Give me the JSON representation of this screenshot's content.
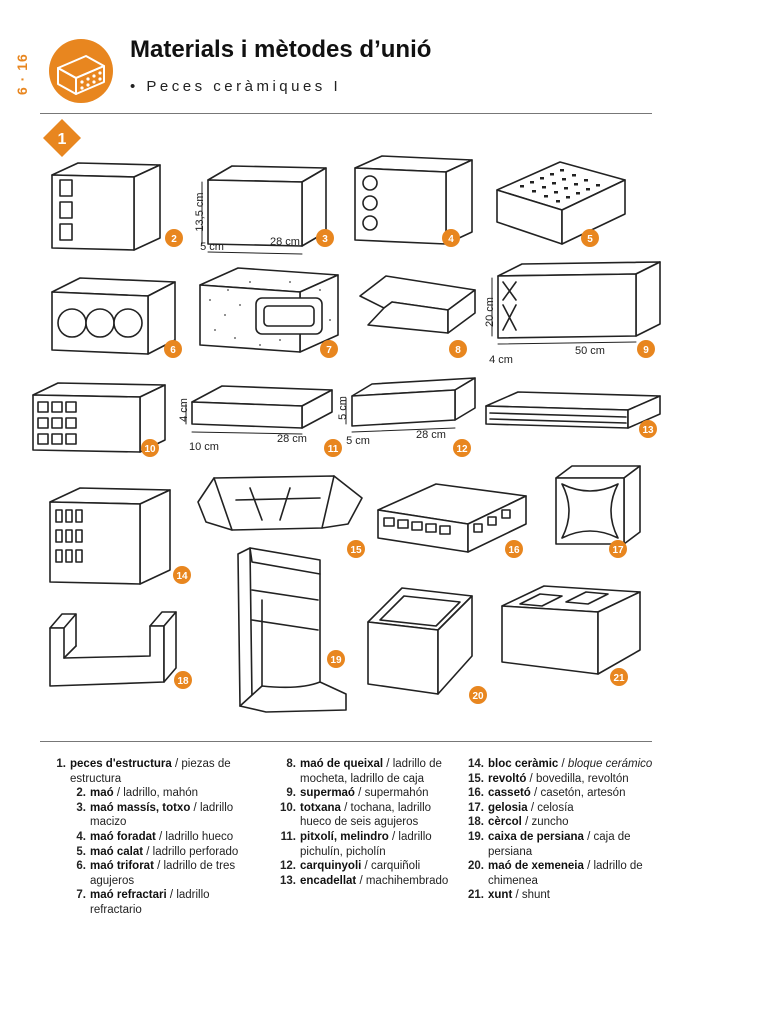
{
  "header": {
    "page_number": "6 · 16",
    "title": "Materials i mètodes d’unió",
    "subtitle": "• Peces ceràmiques I",
    "section_number": "1",
    "accent_color": "#e8861f",
    "logo_icon": "perforated-brick-icon"
  },
  "dimensions": {
    "d3_height": "13,5 cm",
    "d3_width": "5 cm",
    "d3_length": "28 cm",
    "d9_height": "20 cm",
    "d9_width": "4 cm",
    "d9_length": "50 cm",
    "d11_height": "4 cm",
    "d11_width": "10 cm",
    "d11_length": "28 cm",
    "d12_height": "5 cm",
    "d12_width": "5 cm",
    "d12_length": "28 cm"
  },
  "figure_labels": [
    "2",
    "3",
    "4",
    "5",
    "6",
    "7",
    "8",
    "9",
    "10",
    "11",
    "12",
    "13",
    "14",
    "15",
    "16",
    "17",
    "18",
    "19",
    "20",
    "21"
  ],
  "legend": {
    "col1": [
      {
        "num": "1.",
        "term": "peces d'estructura",
        "sep": " / ",
        "trans": "piezas de estructura",
        "wide": false
      },
      {
        "num": "2.",
        "term": "maó",
        "sep": " / ",
        "trans": "ladrillo, mahón",
        "wide": true
      },
      {
        "num": "3.",
        "term": "maó massís, totxo",
        "sep": " / ",
        "trans": "ladrillo macizo",
        "wide": true
      },
      {
        "num": "4.",
        "term": "maó foradat",
        "sep": " / ",
        "trans": "ladrillo hueco",
        "wide": true
      },
      {
        "num": "5.",
        "term": "maó calat",
        "sep": " / ",
        "trans": "ladrillo perforado",
        "wide": true
      },
      {
        "num": "6.",
        "term": "maó triforat",
        "sep": " / ",
        "trans": "ladrillo de tres agujeros",
        "wide": true
      },
      {
        "num": "7.",
        "term": "maó refractari",
        "sep": " / ",
        "trans": "ladrillo refractario",
        "wide": true
      }
    ],
    "col2": [
      {
        "num": "8.",
        "term": "maó de queixal",
        "sep": " / ",
        "trans": "ladrillo de mocheta, ladrillo de caja"
      },
      {
        "num": "9.",
        "term": "supermaó",
        "sep": " / ",
        "trans": "supermahón"
      },
      {
        "num": "10.",
        "term": "totxana",
        "sep": " / ",
        "trans": "tochana, ladrillo hueco de seis agujeros"
      },
      {
        "num": "11.",
        "term": "pitxolí, melindro",
        "sep": " / ",
        "trans": "ladrillo pichulín, picholín"
      },
      {
        "num": "12.",
        "term": "carquinyoli",
        "sep": " / ",
        "trans": "carquiñoli"
      },
      {
        "num": "13.",
        "term": "encadellat",
        "sep": " / ",
        "trans": "machihembrado"
      }
    ],
    "col3": [
      {
        "num": "14.",
        "term": "bloc ceràmic",
        "sep": " / ",
        "trans": "bloque cerámico",
        "italic": true
      },
      {
        "num": "15.",
        "term": "revoltó",
        "sep": " / ",
        "trans": "bovedilla, revoltón"
      },
      {
        "num": "16.",
        "term": "cassetó",
        "sep": " / ",
        "trans": "casetón, artesón"
      },
      {
        "num": "17.",
        "term": "gelosia",
        "sep": " / ",
        "trans": "celosía"
      },
      {
        "num": "18.",
        "term": "cèrcol",
        "sep": " / ",
        "trans": "zuncho"
      },
      {
        "num": "19.",
        "term": "caixa de persiana",
        "sep": " / ",
        "trans": "caja de persiana"
      },
      {
        "num": "20.",
        "term": "maó de xemeneia",
        "sep": " / ",
        "trans": "ladrillo de chimenea"
      },
      {
        "num": "21.",
        "term": "xunt",
        "sep": " / ",
        "trans": "shunt"
      }
    ]
  }
}
